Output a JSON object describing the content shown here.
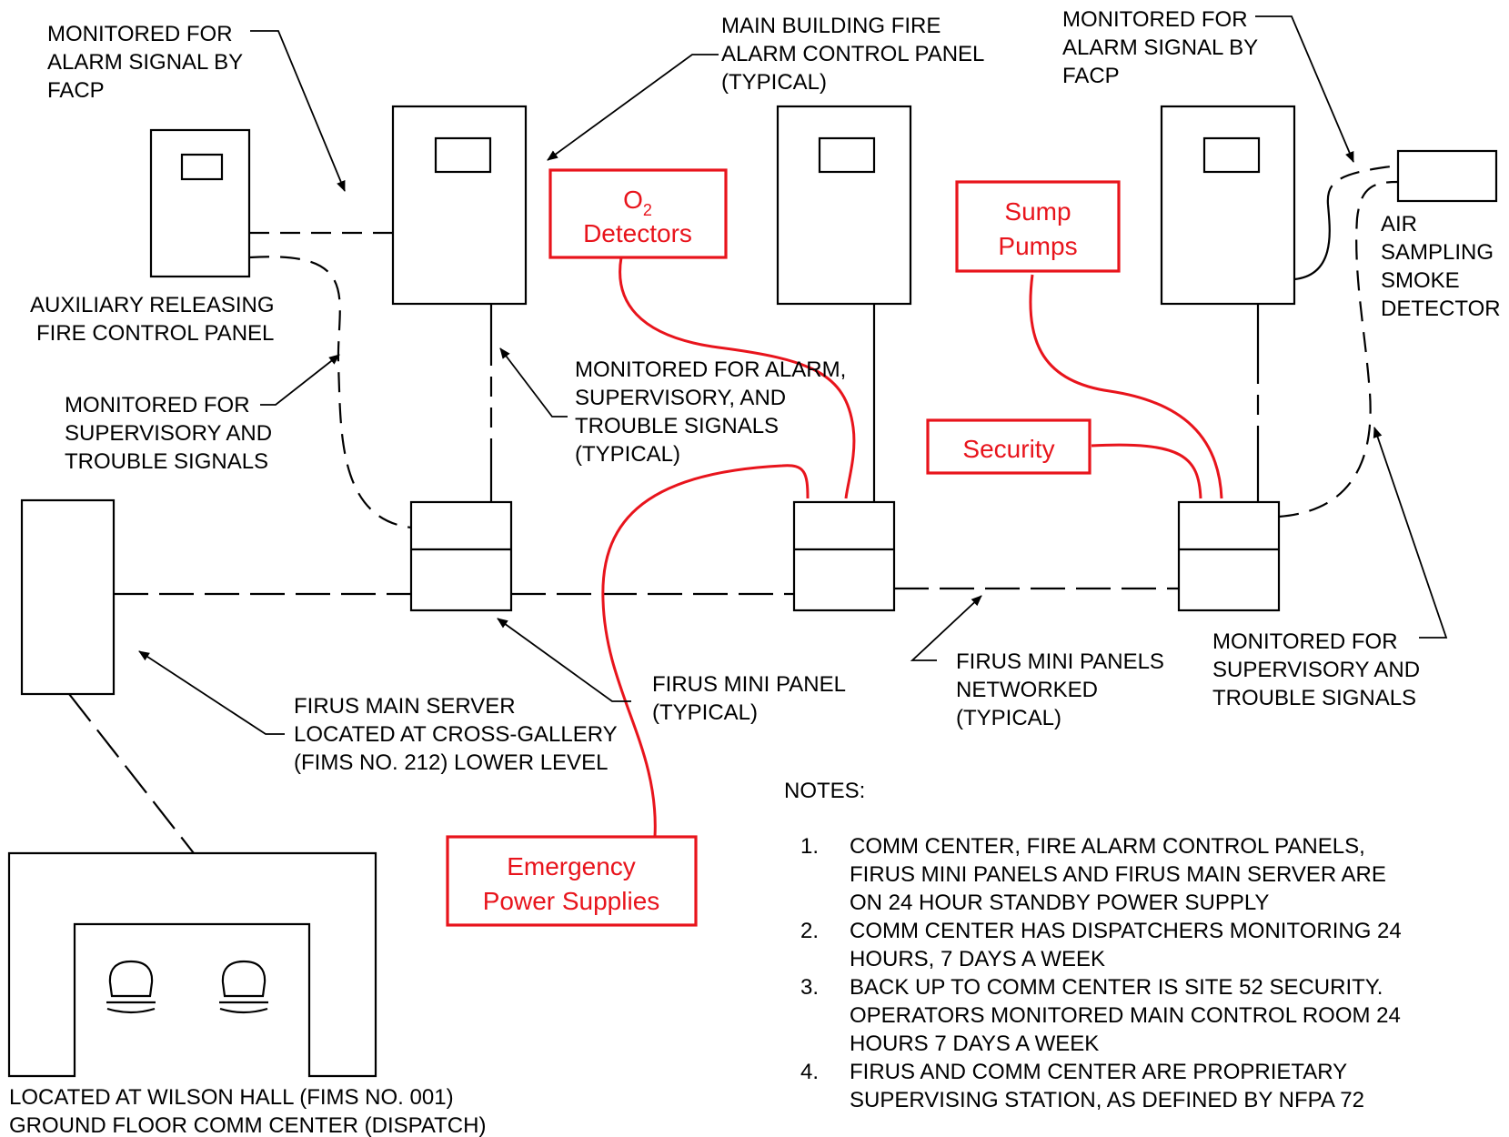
{
  "labels": {
    "monitored_alarm_left": [
      "MONITORED FOR",
      "ALARM SIGNAL BY",
      "FACP"
    ],
    "main_building_facp": [
      "MAIN BUILDING FIRE",
      "ALARM CONTROL PANEL",
      "(TYPICAL)"
    ],
    "monitored_alarm_right": [
      "MONITORED FOR",
      "ALARM SIGNAL BY",
      "FACP"
    ],
    "auxiliary_panel": [
      "AUXILIARY RELEASING",
      "FIRE CONTROL PANEL"
    ],
    "air_sampling": [
      "AIR",
      "SAMPLING",
      "SMOKE",
      "DETECTOR"
    ],
    "monitored_sup_left": [
      "MONITORED FOR",
      "SUPERVISORY AND",
      "TROUBLE SIGNALS"
    ],
    "monitored_alarm_sup": [
      "MONITORED FOR ALARM,",
      "SUPERVISORY, AND",
      "TROUBLE SIGNALS",
      "(TYPICAL)"
    ],
    "firus_main_server": [
      "FIRUS MAIN SERVER",
      "LOCATED AT CROSS-GALLERY",
      "(FIMS NO. 212) LOWER LEVEL"
    ],
    "firus_mini_panel": [
      "FIRUS MINI PANEL",
      "(TYPICAL)"
    ],
    "firus_networked": [
      "FIRUS MINI PANELS",
      "NETWORKED",
      "(TYPICAL)"
    ],
    "monitored_sup_right": [
      "MONITORED FOR",
      "SUPERVISORY AND",
      "TROUBLE SIGNALS"
    ],
    "wilson_hall": [
      "LOCATED AT WILSON HALL (FIMS NO. 001)",
      "GROUND FLOOR COMM CENTER (DISPATCH)"
    ]
  },
  "red_boxes": {
    "o2": {
      "base": "O",
      "sub": "2",
      "line2": "Detectors"
    },
    "sump": [
      "Sump",
      "Pumps"
    ],
    "security": "Security",
    "emergency": [
      "Emergency",
      "Power Supplies"
    ]
  },
  "notes": {
    "title": "NOTES:",
    "items": [
      {
        "num": "1.",
        "lines": [
          "COMM CENTER, FIRE ALARM CONTROL PANELS,",
          "FIRUS MINI PANELS AND FIRUS MAIN SERVER ARE",
          "ON 24 HOUR STANDBY POWER SUPPLY"
        ]
      },
      {
        "num": "2.",
        "lines": [
          "COMM CENTER HAS DISPATCHERS MONITORING 24",
          "HOURS, 7 DAYS A WEEK"
        ]
      },
      {
        "num": "3.",
        "lines": [
          "BACK UP TO COMM CENTER IS SITE 52 SECURITY.",
          "OPERATORS  MONITORED MAIN CONTROL ROOM 24",
          "HOURS 7 DAYS A WEEK"
        ]
      },
      {
        "num": "4.",
        "lines": [
          "FIRUS AND COMM CENTER ARE PROPRIETARY",
          "SUPERVISING STATION, AS DEFINED BY NFPA 72"
        ]
      }
    ]
  },
  "colors": {
    "highlight": "#e8141c",
    "line": "#000000"
  }
}
